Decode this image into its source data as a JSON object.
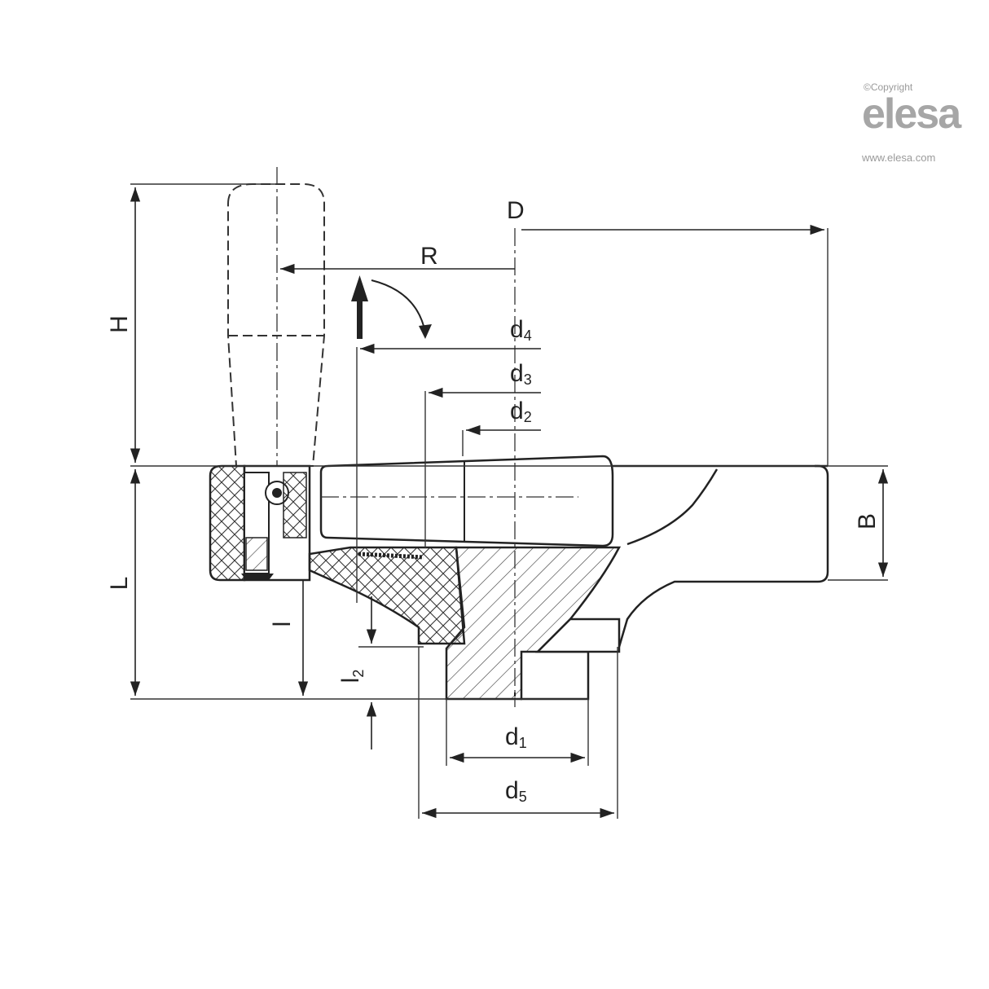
{
  "watermark": {
    "copyright": "©Copyright",
    "logo": "elesa",
    "url": "www.elesa.com"
  },
  "dimensions": {
    "D": "D",
    "R": "R",
    "H": "H",
    "L": "L",
    "B": "B",
    "l": "l",
    "l2_base": "l",
    "l2_sub": "2",
    "d1_base": "d",
    "d1_sub": "1",
    "d2_base": "d",
    "d2_sub": "2",
    "d3_base": "d",
    "d3_sub": "3",
    "d4_base": "d",
    "d4_sub": "4",
    "d5_base": "d",
    "d5_sub": "5"
  }
}
